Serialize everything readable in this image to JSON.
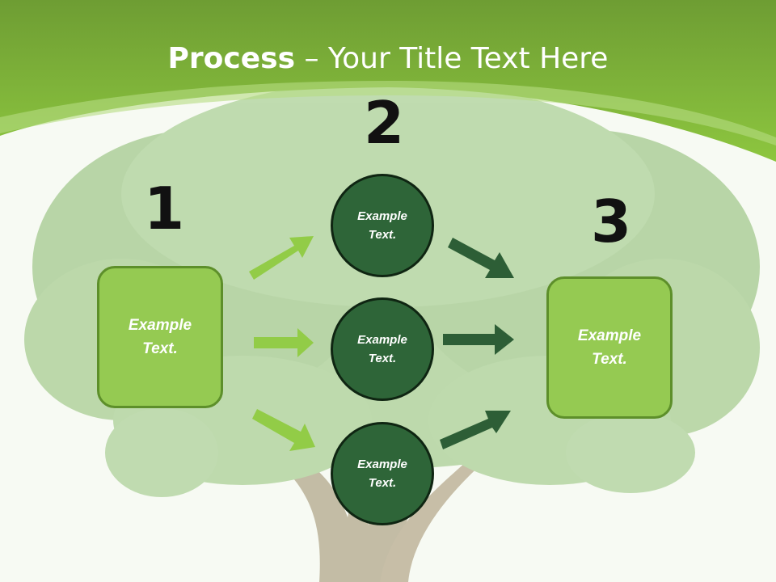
{
  "title": {
    "bold": "Process",
    "separator": " – ",
    "rest": "Your Title Text Here"
  },
  "steps": [
    {
      "number": "1",
      "text_line1": "Example",
      "text_line2": "Text."
    },
    {
      "number": "2"
    },
    {
      "number": "3",
      "text_line1": "Example",
      "text_line2": "Text."
    }
  ],
  "circles": [
    {
      "text_line1": "Example",
      "text_line2": "Text."
    },
    {
      "text_line1": "Example",
      "text_line2": "Text."
    },
    {
      "text_line1": "Example",
      "text_line2": "Text."
    }
  ],
  "colors": {
    "header_green": "#8cc63f",
    "box_fill": "#95ca52",
    "circle_fill": "#2e6538",
    "light_arrow": "#92cc47",
    "dark_arrow": "#2d5e36"
  }
}
